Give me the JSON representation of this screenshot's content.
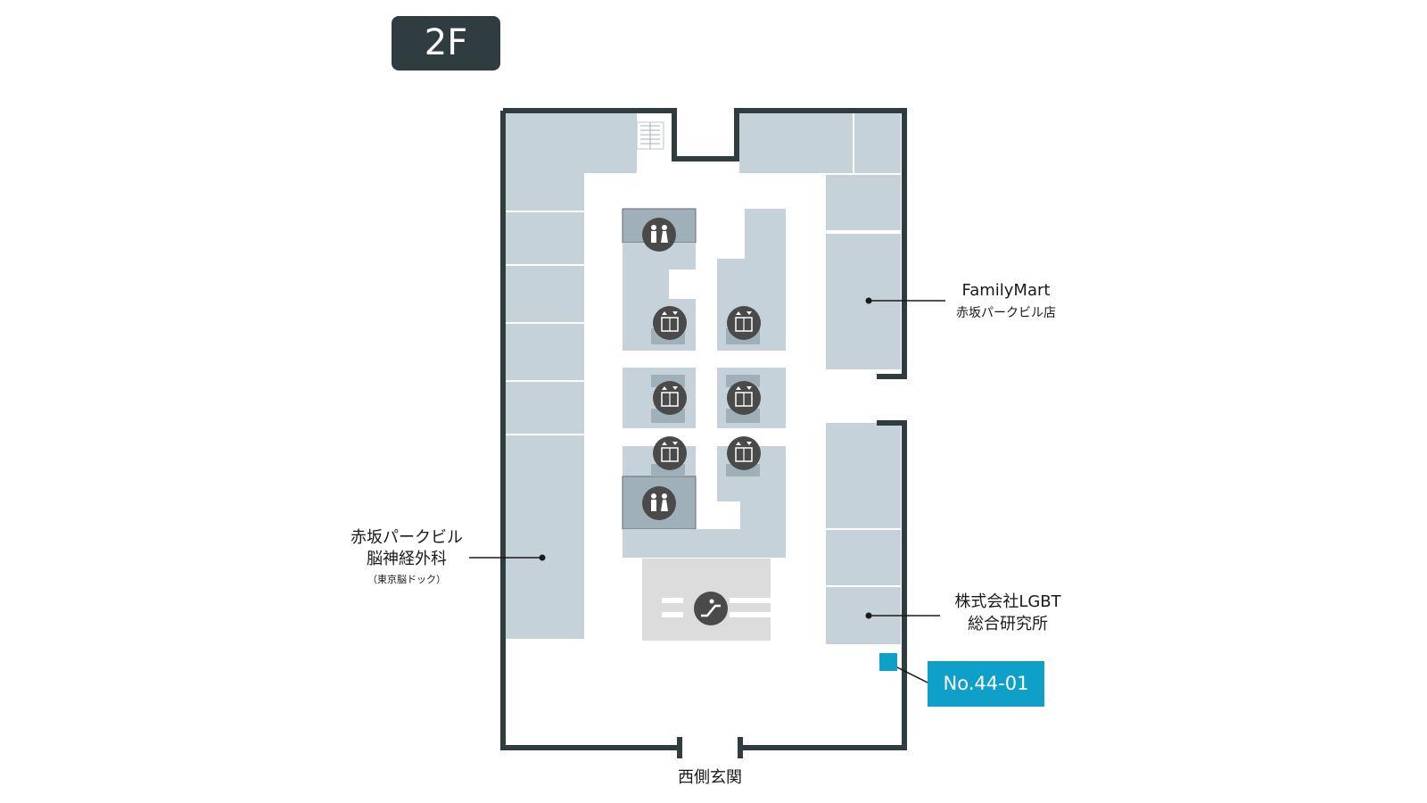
{
  "floor": {
    "label": "2F"
  },
  "tenants": {
    "familymart": {
      "name": "FamilyMart",
      "branch": "赤坂パークビル店"
    },
    "clinic": {
      "line1": "赤坂パークビル",
      "line2": "脳神経外科",
      "line3": "（東京脳ドック）"
    },
    "lgbt": {
      "line1": "株式会社LGBT",
      "line2": "総合研究所"
    }
  },
  "entrance": {
    "label": "西側玄関"
  },
  "unit": {
    "label": "No.44-01"
  },
  "icons": {
    "restroom": "restroom-icon",
    "elevator": "elevator-icon",
    "escalator": "escalator-icon",
    "stairs": "stairs-icon"
  },
  "colors": {
    "wall": "#2f3d41",
    "room": "#c6d2da",
    "core": "#9fb0b8",
    "escalator_area": "#dcdcdc",
    "icon_bg": "#4a4a4a",
    "unit_accent": "#0ea0c8"
  }
}
